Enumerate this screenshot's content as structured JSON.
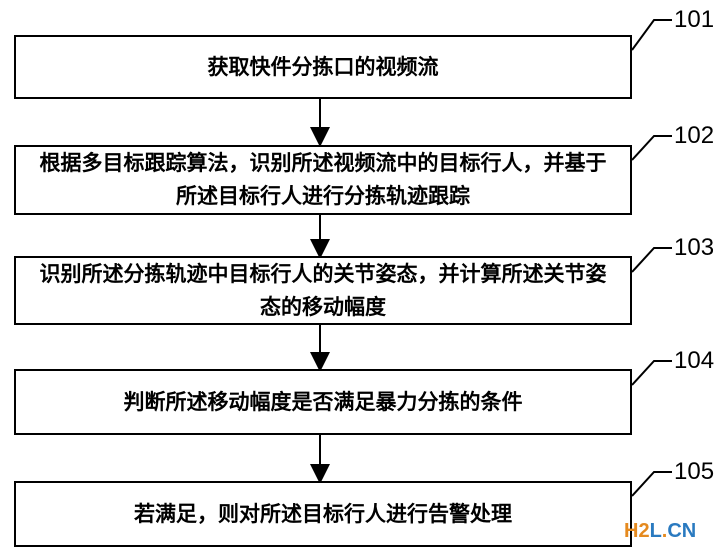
{
  "steps": [
    {
      "number": "101",
      "text": "获取快件分拣口的视频流"
    },
    {
      "number": "102",
      "text": "根据多目标跟踪算法，识别所述视频流中的目标行人，并基于所述目标行人进行分拣轨迹跟踪"
    },
    {
      "number": "103",
      "text": "识别所述分拣轨迹中目标行人的关节姿态，并计算所述关节姿态的移动幅度"
    },
    {
      "number": "104",
      "text": "判断所述移动幅度是否满足暴力分拣的条件"
    },
    {
      "number": "105",
      "text": "若满足，则对所述目标行人进行告警处理"
    }
  ],
  "watermark": {
    "part1": "H2",
    "part2": "L",
    "part3": ".",
    "part4": "CN"
  }
}
